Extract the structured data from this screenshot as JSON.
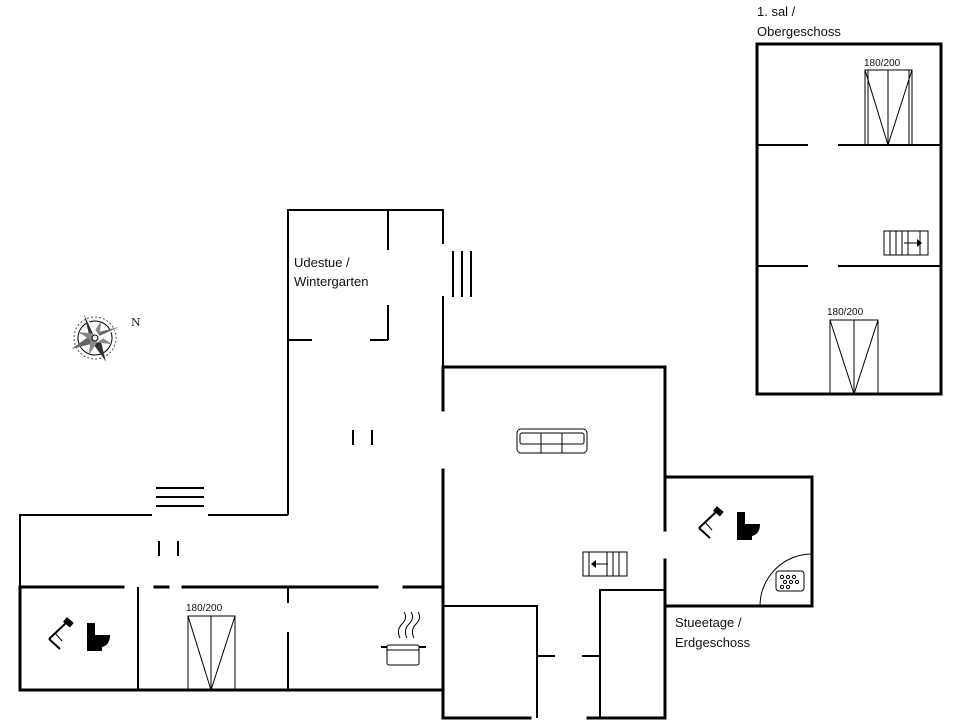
{
  "labels": {
    "upper_floor": [
      "1. sal /",
      "Obergeschoss"
    ],
    "ground_floor": [
      "Stueetage /",
      "Erdgeschoss"
    ],
    "conservatory": [
      "Udestue /",
      "Wintergarten"
    ],
    "north": "N"
  },
  "beds": [
    {
      "name": "bed-upper-top",
      "label": "180/200"
    },
    {
      "name": "bed-upper-bottom",
      "label": "180/200"
    },
    {
      "name": "bed-ground",
      "label": "180/200"
    }
  ],
  "icons": [
    "compass-icon",
    "sofa-icon",
    "stairs-icon",
    "shower-icon",
    "toilet-icon",
    "stove-icon",
    "jacuzzi-icon",
    "bed-icon"
  ]
}
